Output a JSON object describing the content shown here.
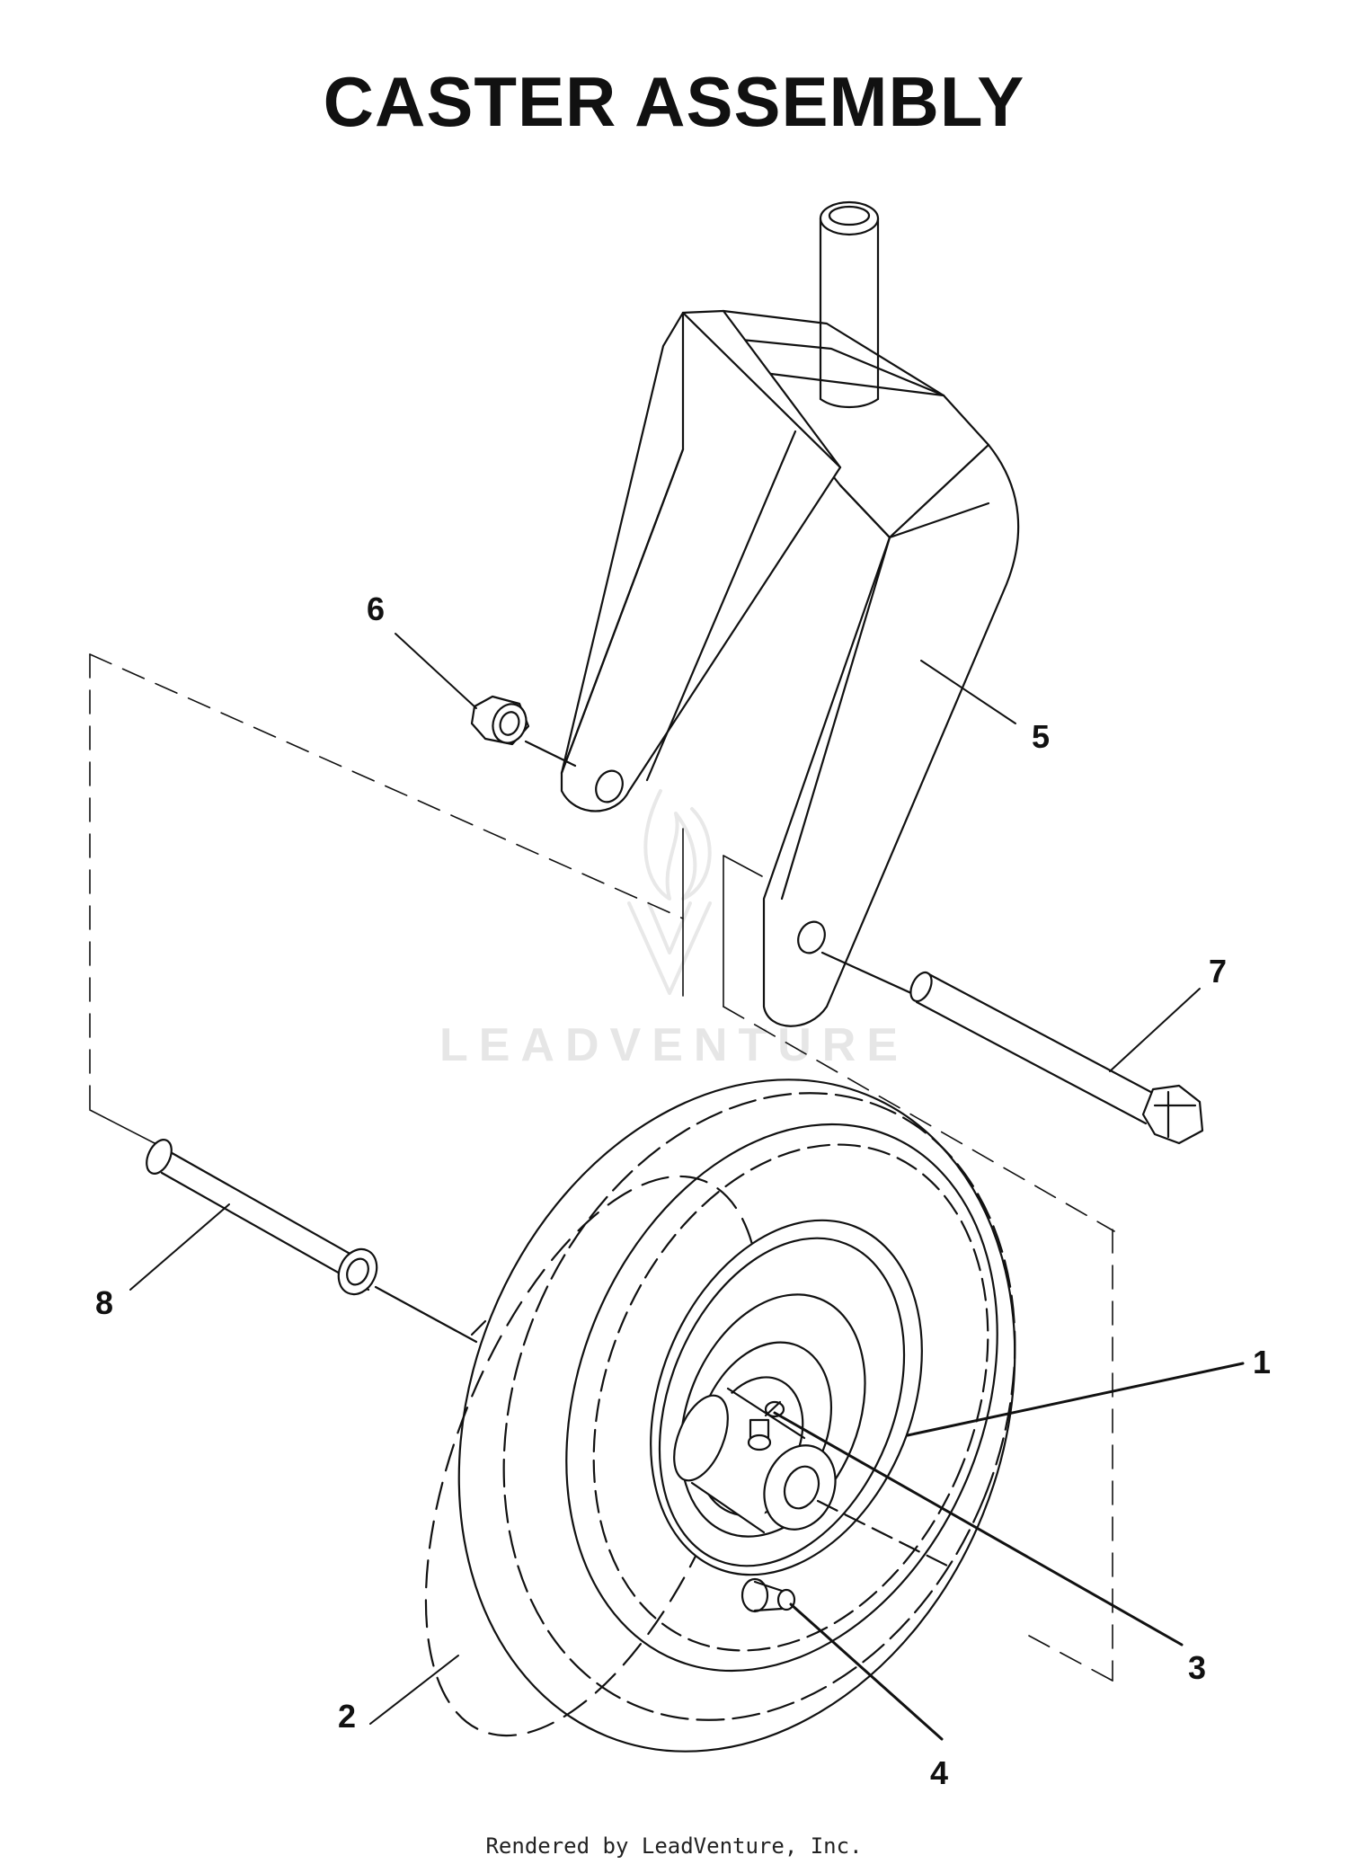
{
  "title": "CASTER ASSEMBLY",
  "footer": "Rendered by LeadVenture, Inc.",
  "watermark": "LEADVENTURE",
  "callouts": [
    "1",
    "2",
    "3",
    "4",
    "5",
    "6",
    "7",
    "8"
  ],
  "colors": {
    "ink": "#111111",
    "watermark": "#e6e6e6"
  }
}
